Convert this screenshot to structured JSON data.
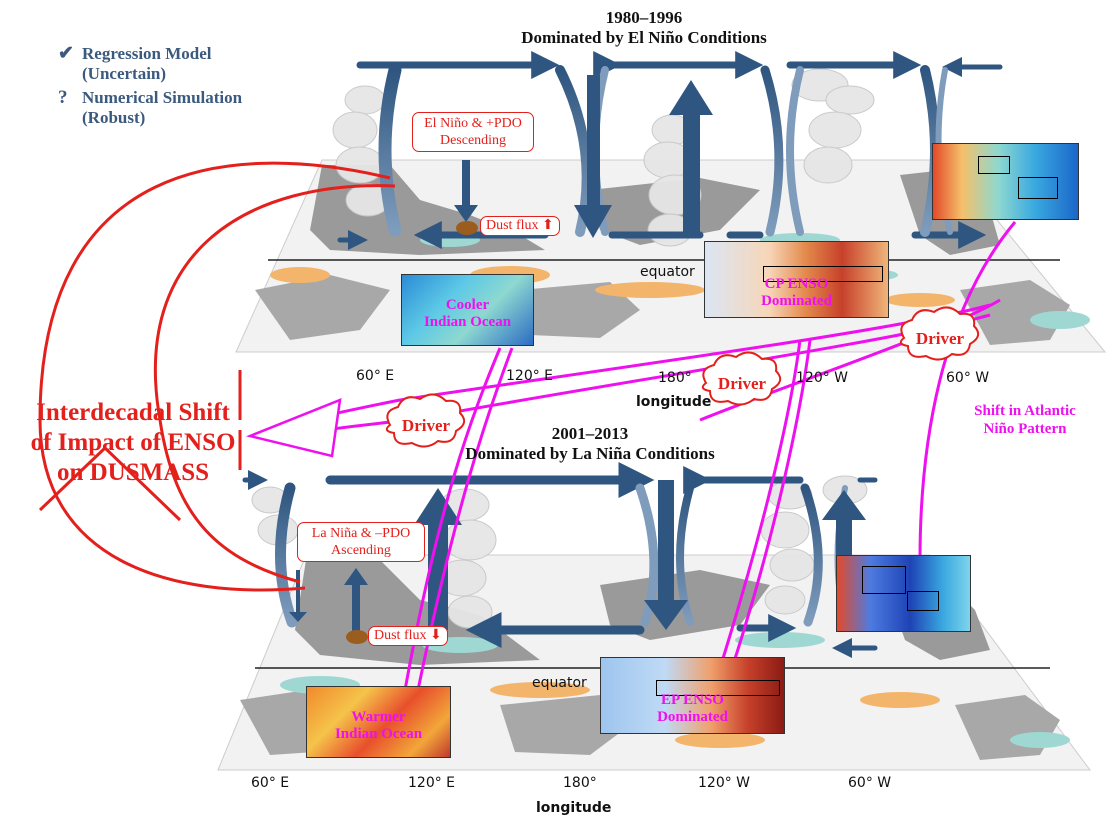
{
  "legend": {
    "row1_symbol": "✔",
    "row1_line1": "Regression Model",
    "row1_line2": "(Uncertain)",
    "row2_symbol": "?",
    "row2_line1": "Numerical Simulation",
    "row2_line2": "(Robust)"
  },
  "top_panel": {
    "period": "1980–1996",
    "subtitle": "Dominated by El Niño Conditions",
    "box_line1": "El Niño & +PDO",
    "box_line2": "Descending",
    "dust_label": "Dust flux",
    "dust_arrow": "⬆",
    "equator": "equator",
    "ticks": [
      "60° E",
      "120° E",
      "180°",
      "120° W",
      "60° W"
    ],
    "axis_title": "longitude",
    "indian_inset_line1": "Cooler",
    "indian_inset_line2": "Indian Ocean",
    "pacific_inset_line1": "CP ENSO",
    "pacific_inset_line2": "Dominated"
  },
  "bottom_panel": {
    "period": "2001–2013",
    "subtitle": "Dominated by La Niña Conditions",
    "box_line1": "La Niña & –PDO",
    "box_line2": "Ascending",
    "dust_label": "Dust flux",
    "dust_arrow": "⬇",
    "equator": "equator",
    "ticks": [
      "60° E",
      "120° E",
      "180°",
      "120° W",
      "60° W"
    ],
    "axis_title": "longitude",
    "indian_inset_line1": "Warmer",
    "indian_inset_line2": "Indian Ocean",
    "pacific_inset_line1": "EP ENSO",
    "pacific_inset_line2": "Dominated"
  },
  "big_label": {
    "line1": "Interdecadal Shift",
    "line2": "of Impact of ENSO",
    "line3": "on DUSMASS"
  },
  "drivers": [
    "Driver",
    "Driver",
    "Driver"
  ],
  "atlantic_label": {
    "line1": "Shift in Atlantic",
    "line2": "Niño Pattern"
  },
  "colors": {
    "circulation": "#2f5680",
    "red": "#e3201b",
    "magenta": "#ee10ee",
    "land": "#9a9a9a",
    "warm_anomaly": "#f3b56b",
    "cool_anomaly": "#9fd8d3"
  }
}
